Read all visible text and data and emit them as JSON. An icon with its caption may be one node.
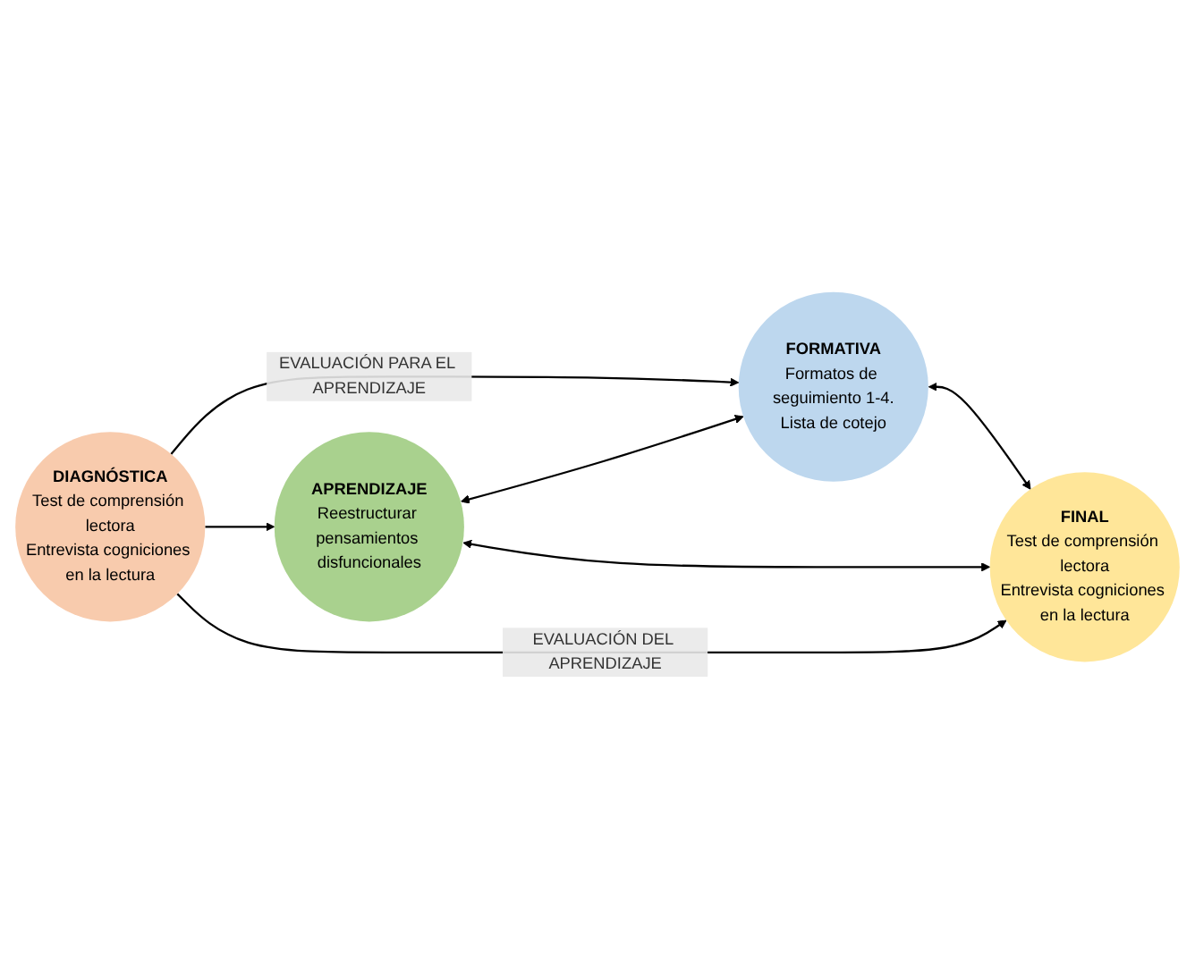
{
  "diagram": {
    "nodes": [
      {
        "text": [
          "DIAGNÓSTICA",
          "Test de comprensión lectora",
          "Entrevista cogniciones en la lectura"
        ]
      },
      {
        "text": [
          "APRENDIZAJE",
          "Reestructurar pensamientos disfuncionales"
        ]
      },
      {
        "text": [
          "FORMATIVA",
          "Formatos de seguimiento 1-4.",
          "Lista de cotejo"
        ]
      },
      {
        "text": [
          "FINAL",
          "Test de comprensión lectora",
          "Entrevista cogniciones en la lectura"
        ]
      }
    ],
    "edges": [
      {
        "from": 0,
        "to": 2,
        "arrow": "to",
        "label": "EVALUACIÓN PARA EL APRENDIZAJE"
      },
      {
        "from": 0,
        "to": 1,
        "arrow": "to"
      },
      {
        "from": 1,
        "to": 2,
        "arrow": "both"
      },
      {
        "from": 2,
        "to": 3,
        "arrow": "both"
      },
      {
        "from": 1,
        "to": 3,
        "arrow": "both"
      },
      {
        "from": 0,
        "to": 3,
        "arrow": "to",
        "label": "EVALUACIÓN DEL APRENDIZAJE"
      }
    ]
  }
}
